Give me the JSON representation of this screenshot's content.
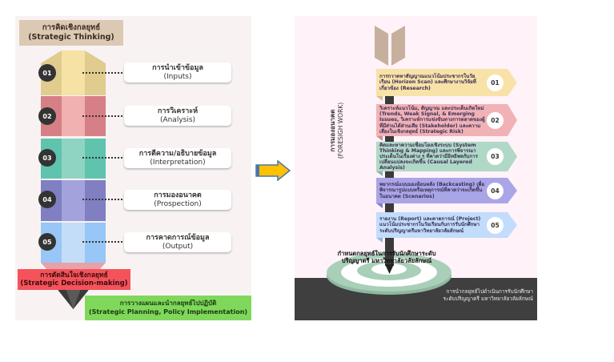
{
  "left": {
    "title_th": "การคิดเชิงกลยุทธ์",
    "title_en": "(Strategic Thinking)",
    "steps": [
      {
        "num": "01",
        "th": "การนำเข้าข้อมูล",
        "en": "(Inputs)",
        "colors": [
          "#e0cc8f",
          "#f6e2a4",
          "#e0cc8f"
        ]
      },
      {
        "num": "02",
        "th": "การวิเคราะห์",
        "en": "(Analysis)",
        "colors": [
          "#d77f86",
          "#f0b1b0",
          "#d77f86"
        ]
      },
      {
        "num": "03",
        "th": "การตีความ/อธิบายข้อมูล",
        "en": "(Interpretation)",
        "colors": [
          "#5fc3ae",
          "#8fd4c3",
          "#5fc3ae"
        ]
      },
      {
        "num": "04",
        "th": "การมองอนาคต",
        "en": "(Prospection)",
        "colors": [
          "#7f7fc2",
          "#a3a2dd",
          "#7f7fc2"
        ]
      },
      {
        "num": "05",
        "th": "การคาดการณ์ข้อมูล",
        "en": "(Output)",
        "colors": [
          "#97c6f7",
          "#c3ddf9",
          "#97c6f7"
        ]
      }
    ],
    "decision_th": "การตัดสินใจเชิงกลยุทธ์",
    "decision_en": "(Strategic Decision-making)",
    "planning_th": "การวางแผนและนำกลยุทธ์ไปปฏิบัติ",
    "planning_en": "(Strategic Planning, Policy Implementation)"
  },
  "arrow": {
    "icon": "right-arrow-icon",
    "fill": "#ffc000",
    "stroke": "#4a77a8"
  },
  "right": {
    "vertical_th": "การมองอนาคต",
    "vertical_en": "(FORESIGH WORK)",
    "steps": [
      {
        "num": "01",
        "color": "#f8e2a8",
        "text": "การกวาดหาสัญญาณแนวโน้มประชากรในวัยเรียน (Horizon Scan) และศึกษางานวิจัยที่เกี่ยวข้อง (Research)"
      },
      {
        "num": "02",
        "color": "#f1b2b6",
        "text": "วิเคราะห์แนวโน้ม, สัญญาณ และประเด็นเกิดใหม่ (Trends, Weak Signal, & Emerging Issues, วิเคราะห์การแข่งขันทางการตลาดของผู้ที่มีส่วนได้ส่วนเสีย (Stakeholder) และความเสี่ยงในเชิงกลยุทธ์ (Strategic Risk)"
      },
      {
        "num": "03",
        "color": "#b0d8c6",
        "text": "คิดและหาความเชื่อมโยงเชิงระบบ (System Thinking & Mapping) และการพิจารณาประเด็นในเรื่องต่าง ๆ ที่คาดว่ามีอิทธิพลกับการเปลี่ยนแปลงจะเกิดขึ้น (Causal Layered Analysis)"
      },
      {
        "num": "04",
        "color": "#a9a5e6",
        "text": "พยากรณ์แบบมองย้อนหลัง (Backcasting) เพื่อพิจารณารูปแบบหรือเหตุการณ์ที่คาดว่าจะเกิดขึ้นในอนาคต (Scenarios)"
      },
      {
        "num": "05",
        "color": "#c2dcfb",
        "text": "รายงาน (Report) และคาดการณ์ (Project) แนวโน้มประชากรในวัยเรียนกับการรับนักศึกษาระดับปริญญาตรีมหาวิทยาลัยวลัยลักษณ์"
      }
    ],
    "target_text": "กำหนดกลยุทธ์ในการรับนักศึกษาระดับปริญญาตรี มหาวิทยาลัยวลัยลักษณ์",
    "bottom_text": "การนำกลยุทธ์ไปดำเนินการรับนักศึกษาระดับปริญญาตรี มหาวิทยาลัยวลัยลักษณ์"
  }
}
